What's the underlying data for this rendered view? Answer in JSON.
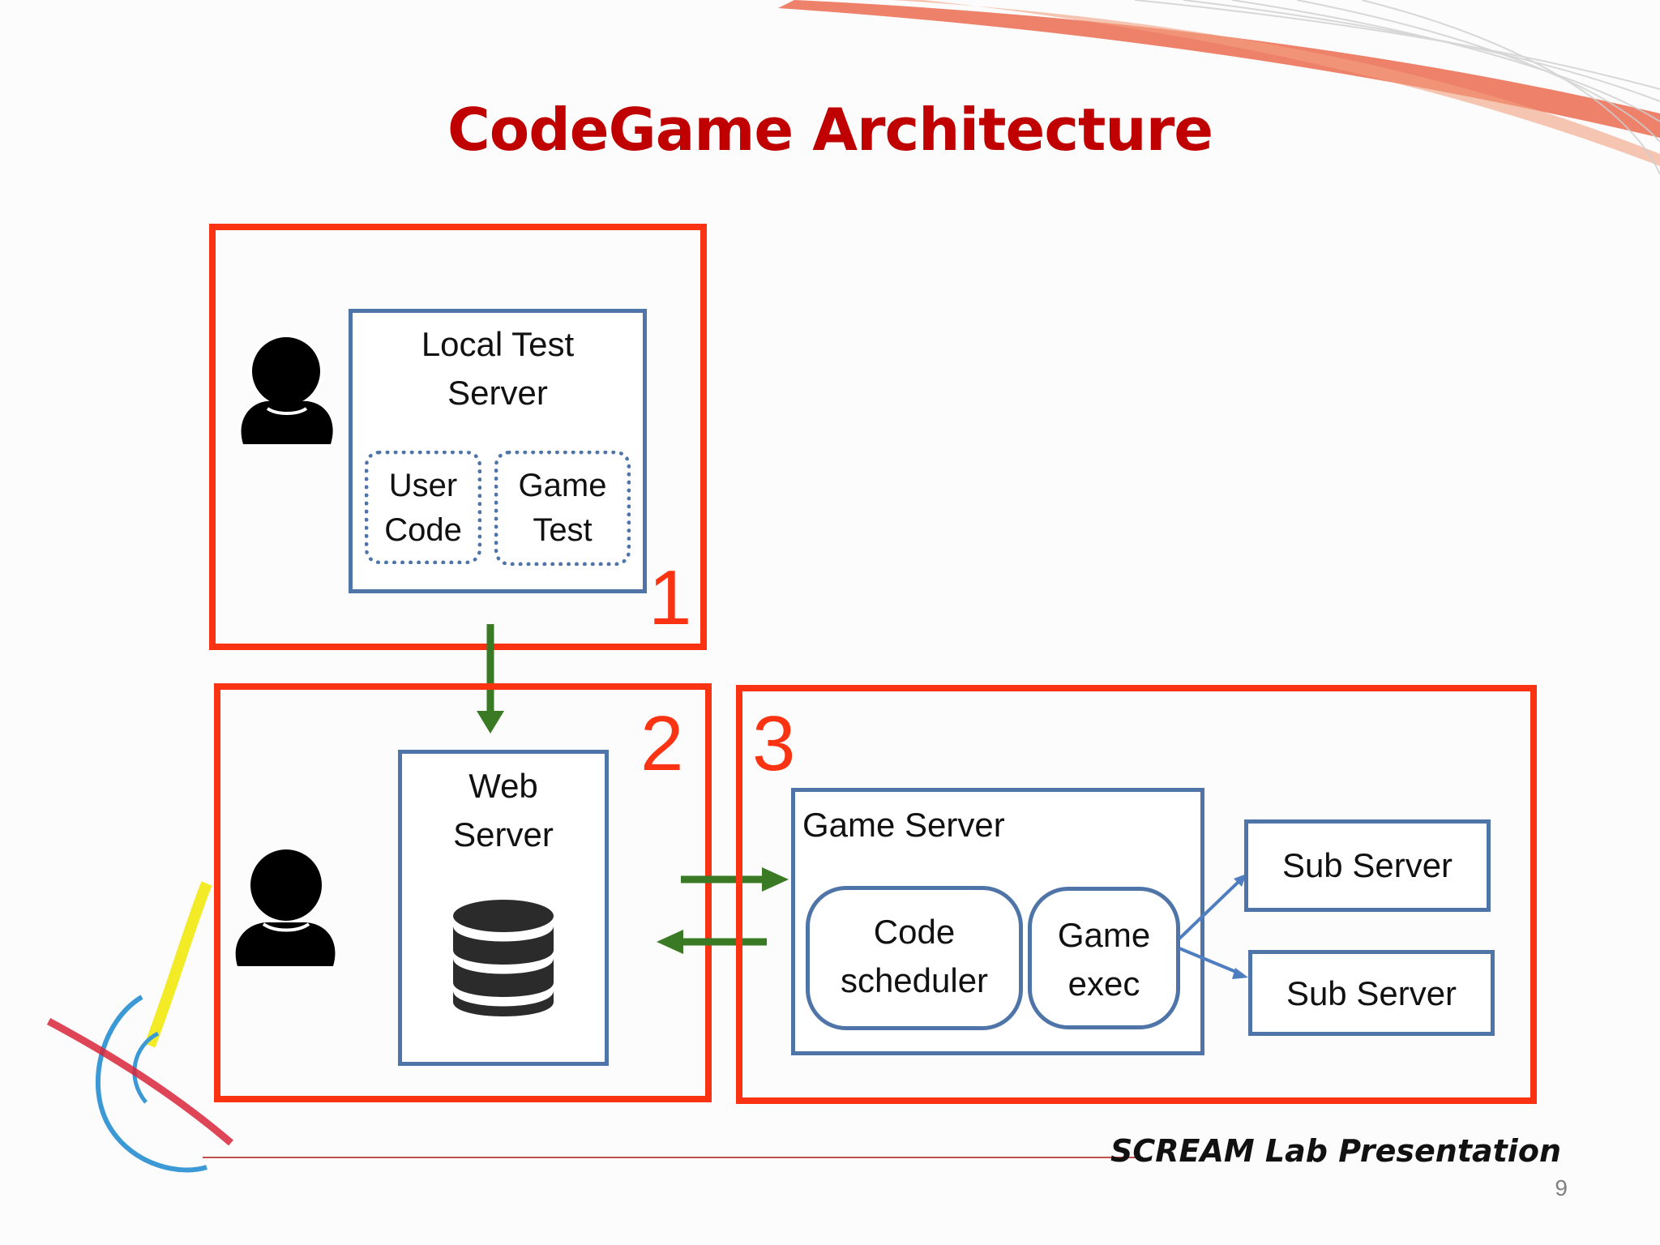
{
  "slide": {
    "title": "CodeGame Architecture",
    "footer": "SCREAM Lab Presentation",
    "page_number": "9"
  },
  "zones": [
    {
      "number": "1"
    },
    {
      "number": "2"
    },
    {
      "number": "3"
    }
  ],
  "nodes": {
    "local_test_server": {
      "line1": "Local Test",
      "line2": "Server"
    },
    "user_code": {
      "line1": "User",
      "line2": "Code"
    },
    "game_test": {
      "line1": "Game",
      "line2": "Test"
    },
    "web_server": {
      "line1": "Web",
      "line2": "Server"
    },
    "game_server": {
      "label": "Game Server"
    },
    "code_scheduler": {
      "line1": "Code",
      "line2": "scheduler"
    },
    "game_exec": {
      "line1": "Game",
      "line2": "exec"
    },
    "sub_server_1": {
      "label": "Sub Server"
    },
    "sub_server_2": {
      "label": "Sub Server"
    }
  },
  "icons": [
    "user-icon",
    "user-icon",
    "database-icon",
    "lab-logo-icon"
  ],
  "colors": {
    "title": "#c00000",
    "zone_border": "#fa3413",
    "node_border": "#4e74a8",
    "flow_arrow": "#3a7a24",
    "fanout_arrow": "#4e7ec0"
  }
}
